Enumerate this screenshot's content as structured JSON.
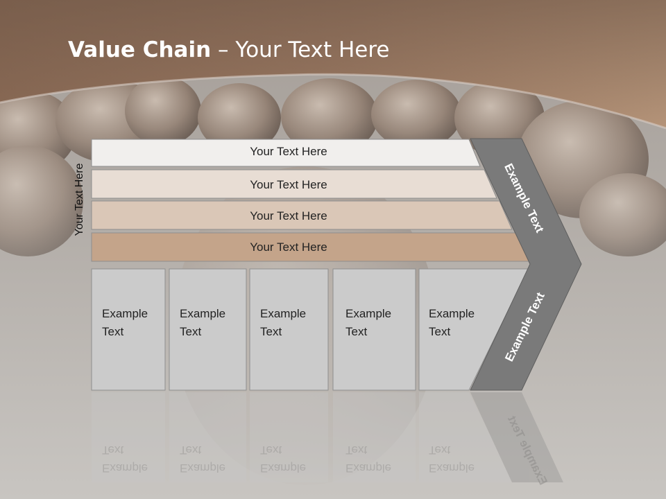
{
  "title": {
    "bold": "Value Chain",
    "rest": " – Your Text Here"
  },
  "side_label": "Your Text Here",
  "rows": [
    {
      "label": "Your Text Here",
      "fill": "#f1efed"
    },
    {
      "label": "Your Text Here",
      "fill": "#e8ddd4"
    },
    {
      "label": "Your Text Here",
      "fill": "#dac7b7"
    },
    {
      "label": "Your Text Here",
      "fill": "#c4a48a"
    }
  ],
  "cells": [
    {
      "line1": "Example",
      "line2": "Text"
    },
    {
      "line1": "Example",
      "line2": "Text"
    },
    {
      "line1": "Example",
      "line2": "Text"
    },
    {
      "line1": "Example",
      "line2": "Text"
    },
    {
      "line1": "Example",
      "line2": "Text"
    }
  ],
  "chevron": {
    "top_label": "Example Text",
    "bottom_label": "Example Text",
    "fill": "#7a7a7a"
  },
  "colors": {
    "header": "#9c7760",
    "cell_fill": "#cbcbcb",
    "cell_border": "#8e8e8e"
  }
}
